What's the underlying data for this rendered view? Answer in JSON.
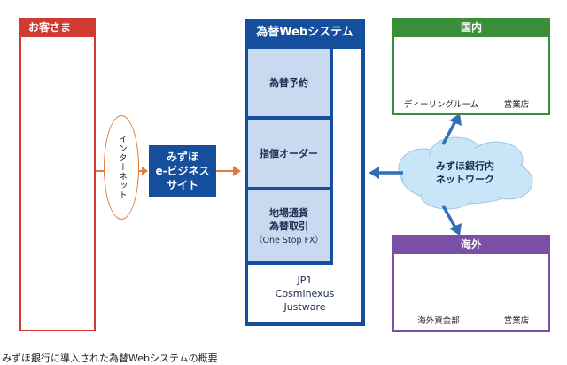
{
  "customer": {
    "title": "お客さま"
  },
  "internet": {
    "label": "インターネット"
  },
  "ebusiness": {
    "label": "みずほ\ne-ビジネス\nサイト"
  },
  "web_system": {
    "title": "為替Webシステム",
    "cells": [
      {
        "label": "為替予約"
      },
      {
        "label": "指値オーダー"
      },
      {
        "label": "地場通貨\n為替取引",
        "sub": "（One Stop FX）"
      }
    ],
    "platform": "JP1\nCosminexus\nJustware"
  },
  "domestic": {
    "title": "国内",
    "labels": [
      "ディーリングルーム",
      "営業店"
    ]
  },
  "network": {
    "label": "みずほ銀行内\nネットワーク"
  },
  "overseas": {
    "title": "海外",
    "labels": [
      "海外資金部",
      "営業店"
    ]
  },
  "caption": "みずほ銀行に導入された為替Webシステムの概要",
  "colors": {
    "customer_red": "#d03a30",
    "brand_blue": "#144e9d",
    "cell_blue": "#c8d9f0",
    "domestic_green": "#3a8e3a",
    "overseas_purple": "#7a4fa6",
    "arrow_orange": "#e07b39",
    "network_arrow": "#2f6fb8"
  }
}
